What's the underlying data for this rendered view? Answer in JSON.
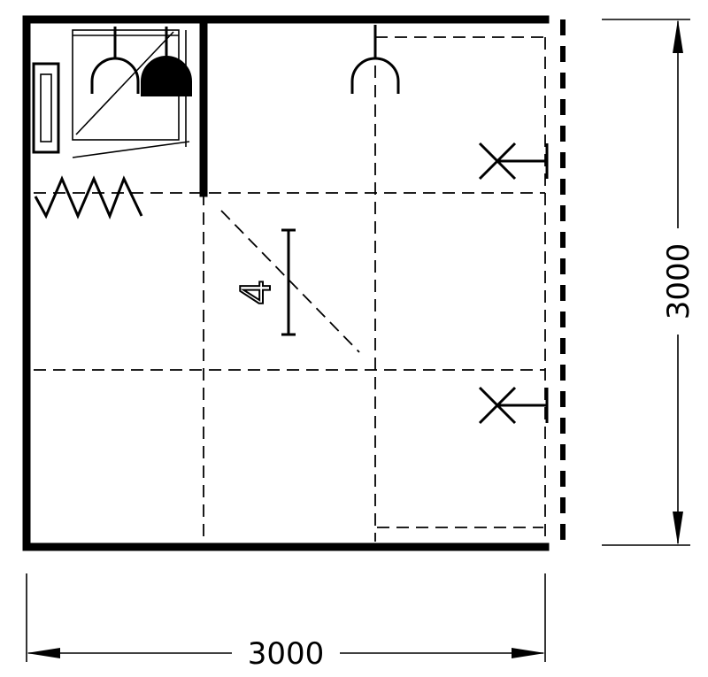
{
  "dimensions": {
    "width_label": "3000",
    "height_label": "3000"
  },
  "room_label": "4",
  "icons": [
    "hook-icon",
    "bell-icon",
    "cross-icon",
    "dimension-arrow-icon"
  ]
}
